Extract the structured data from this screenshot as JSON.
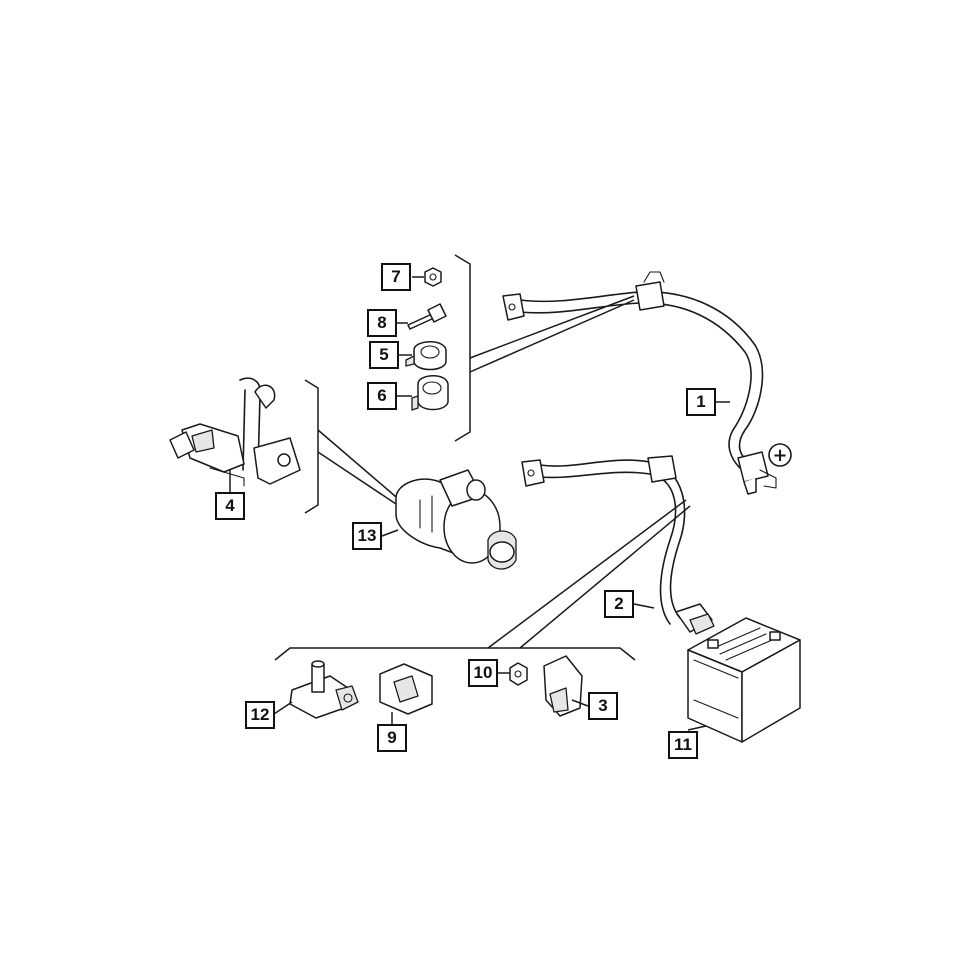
{
  "callouts": [
    {
      "id": "c1",
      "label": "1"
    },
    {
      "id": "c2",
      "label": "2"
    },
    {
      "id": "c3",
      "label": "3"
    },
    {
      "id": "c4",
      "label": "4"
    },
    {
      "id": "c5",
      "label": "5"
    },
    {
      "id": "c6",
      "label": "6"
    },
    {
      "id": "c7",
      "label": "7"
    },
    {
      "id": "c8",
      "label": "8"
    },
    {
      "id": "c9",
      "label": "9"
    },
    {
      "id": "c10",
      "label": "10"
    },
    {
      "id": "c11",
      "label": "11"
    },
    {
      "id": "c12",
      "label": "12"
    },
    {
      "id": "c13",
      "label": "13"
    }
  ],
  "symbols": {
    "positive_terminal": "+"
  },
  "colors": {
    "line": "#1a1a1a",
    "background": "#ffffff"
  }
}
